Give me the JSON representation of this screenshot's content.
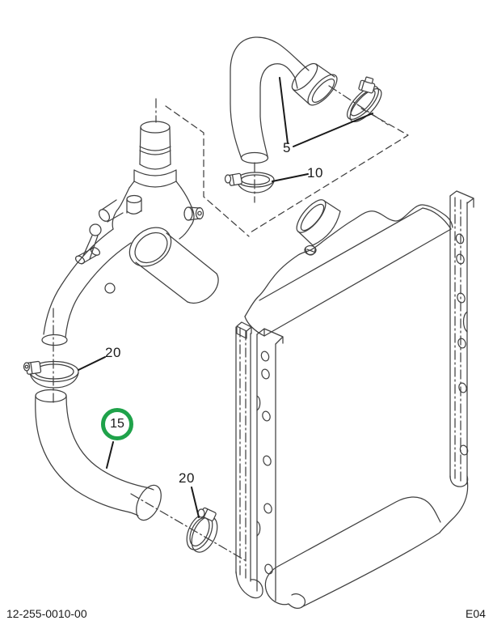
{
  "diagram": {
    "type": "parts-exploded-line-drawing",
    "colors": {
      "background": "#ffffff",
      "line": "#404040",
      "text": "#1a1a1a",
      "highlight": "#1fa24a"
    }
  },
  "callouts": {
    "c5": {
      "label": "5"
    },
    "c10": {
      "label": "10"
    },
    "c20_upper": {
      "label": "20"
    },
    "c15": {
      "label": "15",
      "highlighted": true
    },
    "c20_lower": {
      "label": "20"
    }
  },
  "highlight": {
    "color": "#1fa24a",
    "shape": "circle",
    "part_label": "15"
  },
  "footer": {
    "document_number": "12-255-0010-00",
    "page_code": "E04"
  }
}
